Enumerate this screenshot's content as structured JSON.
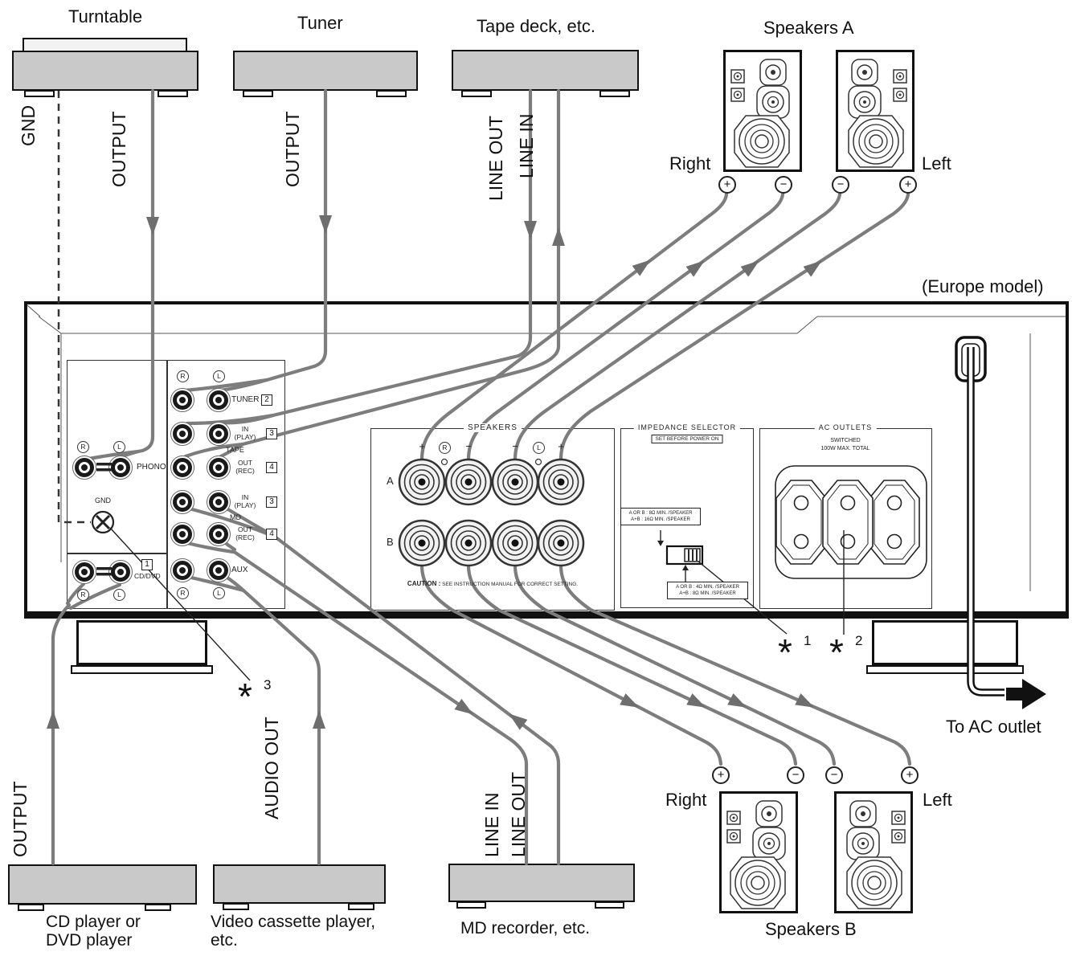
{
  "top_devices": {
    "turntable": {
      "label": "Turntable",
      "gnd": "GND",
      "output": "OUTPUT"
    },
    "tuner": {
      "label": "Tuner",
      "output": "OUTPUT"
    },
    "tape_deck": {
      "label": "Tape deck, etc.",
      "line_out": "LINE OUT",
      "line_in": "LINE IN"
    }
  },
  "bottom_devices": {
    "cd_player": {
      "label_line1": "CD player or",
      "label_line2": "DVD player",
      "output": "OUTPUT"
    },
    "vcr": {
      "label_line1": "Video cassette player,",
      "label_line2": "etc.",
      "audio_out": "AUDIO OUT"
    },
    "md_recorder": {
      "label": "MD recorder, etc.",
      "line_in": "LINE IN",
      "line_out": "LINE OUT"
    }
  },
  "speakers": {
    "a_title": "Speakers A",
    "b_title": "Speakers B",
    "right": "Right",
    "left": "Left",
    "plus": "+",
    "minus": "−"
  },
  "amplifier": {
    "europe_model": "(Europe model)",
    "to_ac_outlet": "To AC outlet",
    "inputs": {
      "r": "R",
      "l": "L",
      "phono": "PHONO",
      "gnd": "GND",
      "cd_dvd": {
        "num": "1",
        "label": "CD/DVD"
      },
      "tuner": {
        "label": "TUNER",
        "num": "2"
      },
      "tape": {
        "group": "TAPE",
        "in_1": "IN",
        "in_2": "(PLAY)",
        "in_num": "3",
        "out_1": "OUT",
        "out_2": "(REC)",
        "out_num": "4"
      },
      "md": {
        "group": "MD",
        "in_1": "IN",
        "in_2": "(PLAY)",
        "in_num": "3",
        "out_1": "OUT",
        "out_2": "(REC)",
        "out_num": "4"
      },
      "aux": "AUX"
    },
    "speakers_section": {
      "title": "SPEAKERS",
      "plus": "+",
      "minus": "−",
      "r": "R",
      "l": "L",
      "a": "A",
      "b": "B",
      "caution_label": "CAUTION :",
      "caution_text": "SEE INSTRUCTION MANUAL FOR CORRECT SETTING."
    },
    "impedance_selector": {
      "title": "IMPEDANCE SELECTOR",
      "subtitle": "SET BEFORE POWER ON",
      "top_box_line1": "A OR B : 8Ω MIN. /SPEAKER",
      "top_box_line2": "A+B : 16Ω MIN. /SPEAKER",
      "bottom_box_line1": "A OR B : 4Ω MIN. /SPEAKER",
      "bottom_box_line2": "A+B : 8Ω MIN. /SPEAKER"
    },
    "ac_outlets": {
      "title": "AC OUTLETS",
      "line1": "SWITCHED",
      "line2": "100W MAX. TOTAL"
    }
  },
  "footnotes": {
    "star": "*",
    "n1": "1",
    "n2": "2",
    "n3": "3"
  },
  "colors": {
    "device_fill": "#c9c9c9",
    "cable": "#7d7d7d",
    "line": "#111111"
  }
}
